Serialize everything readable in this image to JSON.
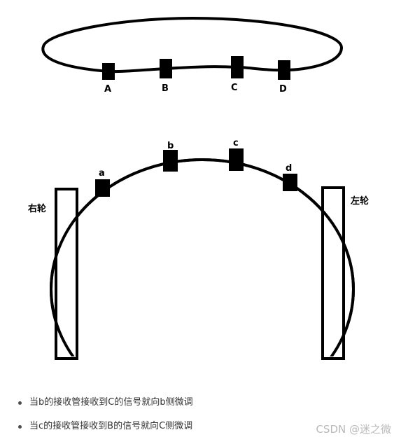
{
  "top_sensors": [
    "A",
    "B",
    "C",
    "D"
  ],
  "bottom_sensors": [
    "a",
    "b",
    "c",
    "d"
  ],
  "wheels": {
    "right_label": "右轮",
    "left_label": "左轮"
  },
  "notes": [
    "当b的接收管接收到C的信号就向b侧微调",
    "当c的接收管接收到B的信号就向C侧微调"
  ],
  "watermark": "CSDN @迷之微",
  "colors": {
    "stroke": "#000000",
    "text": "#333333",
    "watermark": "#b9b9b9"
  }
}
